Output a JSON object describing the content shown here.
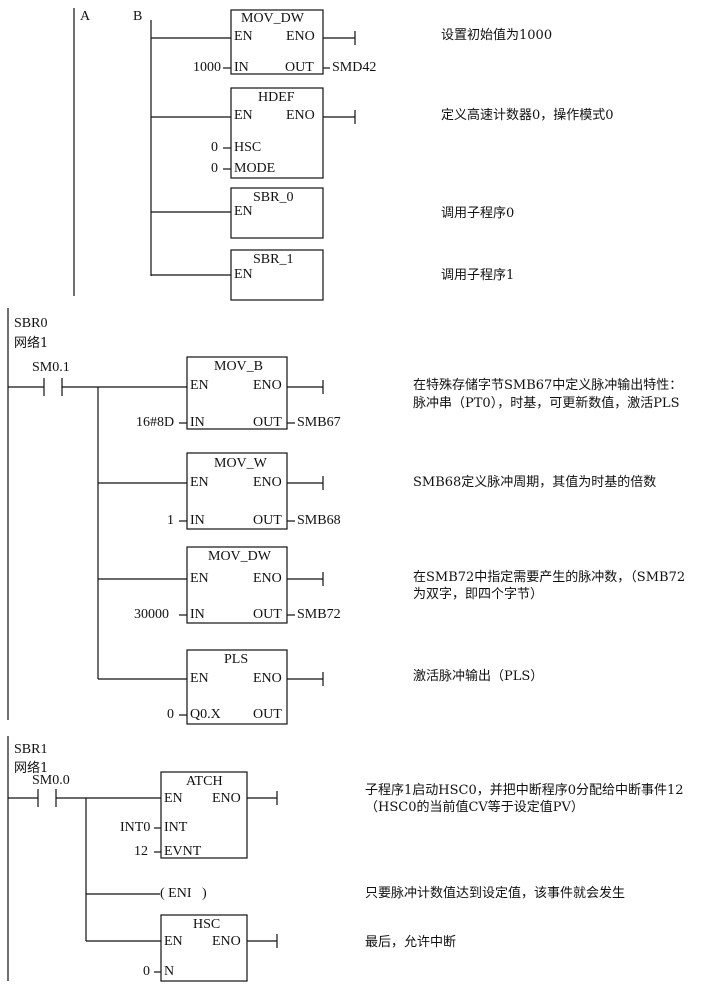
{
  "top": {
    "label_a": "A",
    "label_b": "B",
    "mov_dw": {
      "title": "MOV_DW",
      "en": "EN",
      "eno": "ENO",
      "in_pin": "IN",
      "out_pin": "OUT",
      "in_val": "1000",
      "out_val": "SMD42"
    },
    "hdef": {
      "title": "HDEF",
      "en": "EN",
      "eno": "ENO",
      "hsc_pin": "HSC",
      "mode_pin": "MODE",
      "hsc_val": "0",
      "mode_val": "0"
    },
    "sbr0": {
      "title": "SBR_0",
      "en": "EN"
    },
    "sbr1": {
      "title": "SBR_1",
      "en": "EN"
    },
    "comments": [
      "设置初始值为1000",
      "定义高速计数器0，操作模式0",
      "调用子程序0",
      "调用子程序1"
    ]
  },
  "sbr0": {
    "title": "SBR0",
    "network": "网络1",
    "contact": "SM0.1",
    "mov_b": {
      "title": "MOV_B",
      "en": "EN",
      "eno": "ENO",
      "in_pin": "IN",
      "out_pin": "OUT",
      "in_val": "16#8D",
      "out_val": "SMB67"
    },
    "mov_w": {
      "title": "MOV_W",
      "en": "EN",
      "eno": "ENO",
      "in_pin": "IN",
      "out_pin": "OUT",
      "in_val": "1",
      "out_val": "SMB68"
    },
    "mov_dw": {
      "title": "MOV_DW",
      "en": "EN",
      "eno": "ENO",
      "in_pin": "IN",
      "out_pin": "OUT",
      "in_val": "30000",
      "out_val": "SMB72"
    },
    "pls": {
      "title": "PLS",
      "en": "EN",
      "eno": "ENO",
      "q_pin": "Q0.X",
      "out_pin": "OUT",
      "q_val": "0"
    },
    "comments": {
      "c1_line1": "在特殊存储字节SMB67中定义脉冲输出特性：",
      "c1_line2": "脉冲串（PT0），时基，可更新数值，激活PLS",
      "c2": "SMB68定义脉冲周期，其值为时基的倍数",
      "c3_line1": "在SMB72中指定需要产生的脉冲数，（SMB72",
      "c3_line2": "为双字，即四个字节）",
      "c4": "激活脉冲输出（PLS）"
    }
  },
  "sbr1": {
    "title": "SBR1",
    "network": "网络1",
    "contact": "SM0.0",
    "atch": {
      "title": "ATCH",
      "en": "EN",
      "eno": "ENO",
      "int_pin": "INT",
      "evnt_pin": "EVNT",
      "int_val": "INT0",
      "evnt_val": "12"
    },
    "eni": "( ENI   )",
    "hsc": {
      "title": "HSC",
      "en": "EN",
      "eno": "ENO",
      "n_pin": "N",
      "n_val": "0"
    },
    "comments": {
      "c1_line1": "子程序1启动HSC0，并把中断程序0分配给中断事件12",
      "c1_line2": "（HSC0的当前值CV等于设定值PV）",
      "c2": "只要脉冲计数值达到设定值，该事件就会发生",
      "c3": "最后，允许中断"
    }
  }
}
